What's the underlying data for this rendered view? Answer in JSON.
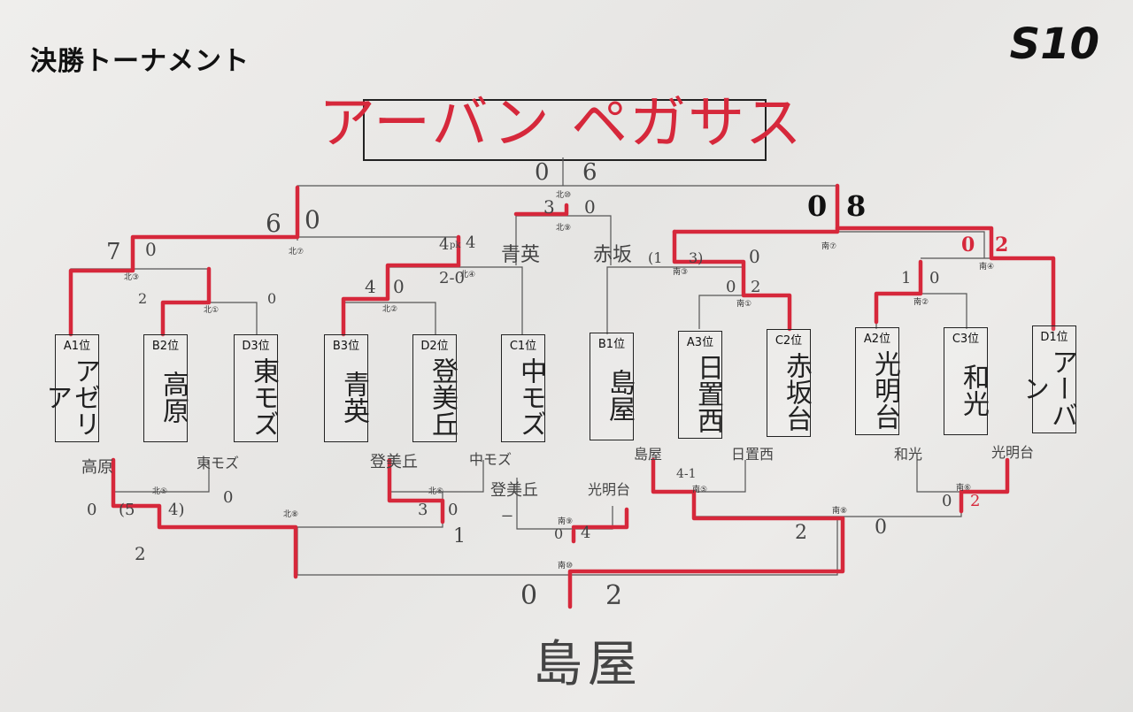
{
  "header": {
    "title": "決勝トーナメント",
    "code": "S10"
  },
  "champion": "アーバン ペガサス",
  "winner_bottom": "島屋",
  "teams": [
    {
      "seed": "A1位",
      "name": "アゼリア"
    },
    {
      "seed": "B2位",
      "name": "高原"
    },
    {
      "seed": "D3位",
      "name": "東モズ"
    },
    {
      "seed": "B3位",
      "name": "青英"
    },
    {
      "seed": "D2位",
      "name": "登美丘"
    },
    {
      "seed": "C1位",
      "name": "中モズ"
    },
    {
      "seed": "B1位",
      "name": "島屋"
    },
    {
      "seed": "A3位",
      "name": "日置西"
    },
    {
      "seed": "C2位",
      "name": "赤坂台"
    },
    {
      "seed": "A2位",
      "name": "光明台"
    },
    {
      "seed": "C3位",
      "name": "和光"
    },
    {
      "seed": "D1位",
      "name": "アーバン"
    }
  ],
  "match_codes": {
    "n1": "北①",
    "n2": "北②",
    "n3": "北③",
    "n4": "北④",
    "n5": "北⑤",
    "n6": "北⑥",
    "n7": "北⑦",
    "n8": "北⑧",
    "n9": "北⑨",
    "n10": "北⑩",
    "s1": "南①",
    "s2": "南②",
    "s3": "南③",
    "s4": "南④",
    "s5": "南⑤",
    "s6": "南⑥",
    "s7": "南⑦",
    "s8": "南⑧",
    "s9": "南⑨",
    "s10": "南⑩"
  },
  "handwritten": {
    "final_l": "0",
    "final_r": "6",
    "n7_l": "6",
    "n7_r": "0",
    "s7_l": "0",
    "s7_r": "8",
    "n9_l": "3",
    "n9_r": "0",
    "n9_team_l": "青英",
    "n9_team_r": "赤坂",
    "n3_l": "7",
    "n3_r": "0",
    "n4_l": "4",
    "n4_pk": "pk",
    "n4_r": "4",
    "n4_pks": "2-0",
    "s3_a": "(1",
    "s3_b": "3)",
    "s3_r": "0",
    "s4_l": "0",
    "s4_r": "2",
    "n1_l": "2",
    "n1_r": "0",
    "n2_l": "4",
    "n2_r": "0",
    "s1_l": "0",
    "s1_r": "2",
    "s2_l": "1",
    "s2_r": "0",
    "b1": "高原",
    "b2": "東モズ",
    "b3": "登美丘",
    "b4": "中モズ",
    "b5": "島屋",
    "b6": "日置西",
    "b7": "和光",
    "b8": "光明台",
    "n5_l": "0",
    "n5_pk": "(5",
    "n5_pk2": "4)",
    "n5_r": "0",
    "n6_l": "3",
    "n6_r": "0",
    "s5_pk": "4-1",
    "s6_l": "0",
    "s6_r": "2",
    "s9_team_l": "登美丘",
    "s9_team_r": "光明台",
    "s9_dash": "ー",
    "s9_l": "0",
    "s9_r": "4",
    "n8_l": "2",
    "n8_r": "1",
    "s8_l": "2",
    "s8_r": "0",
    "s10_l": "0",
    "s10_r": "2"
  },
  "colors": {
    "red": "#d6283b",
    "line": "#555555",
    "ink": "#222222"
  }
}
